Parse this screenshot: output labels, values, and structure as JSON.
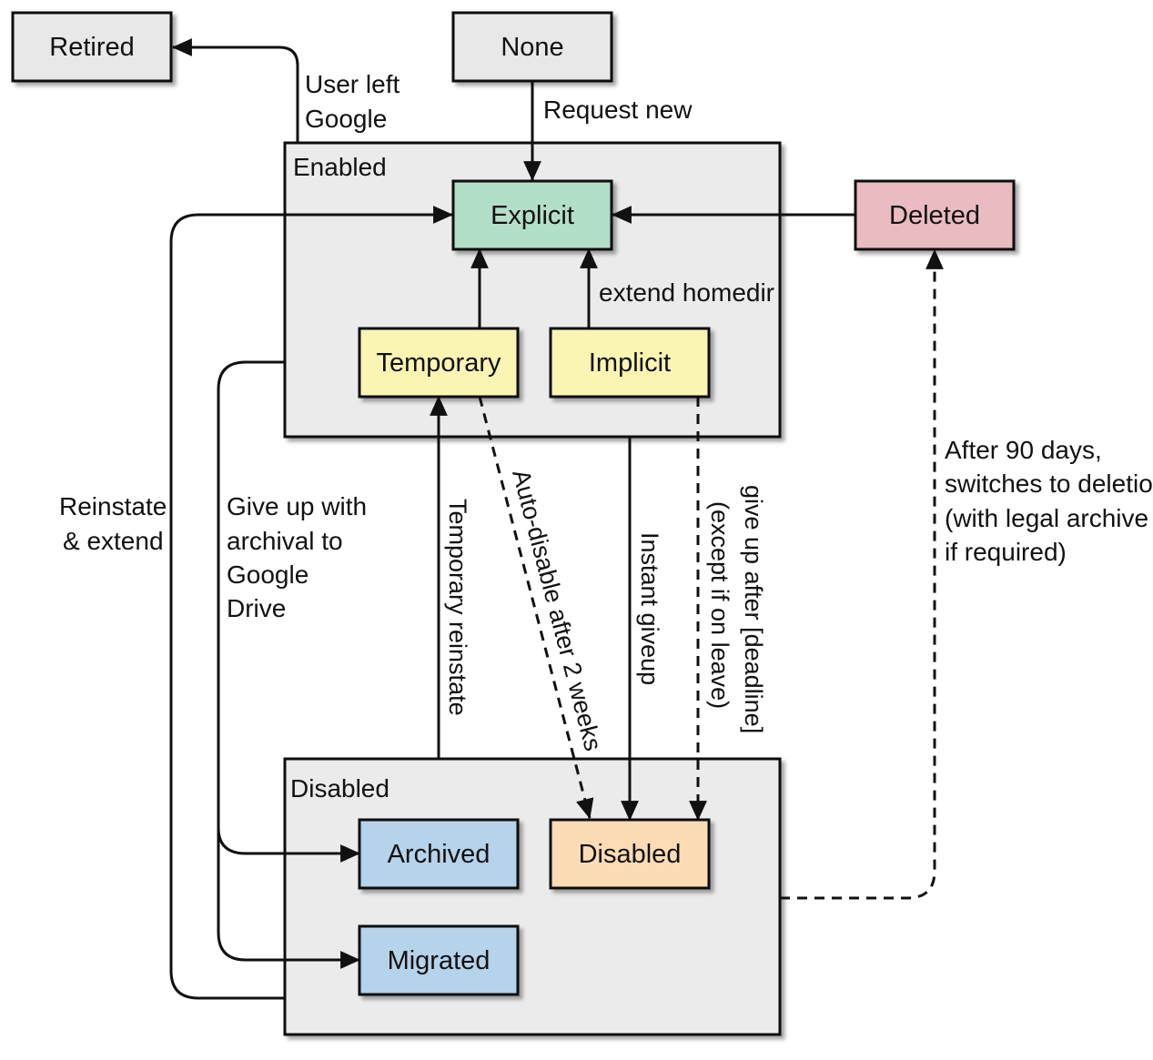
{
  "groups": {
    "enabled": "Enabled",
    "disabled": "Disabled"
  },
  "nodes": {
    "retired": {
      "label": "Retired",
      "color": "#e8e8e8"
    },
    "none": {
      "label": "None",
      "color": "#e8e8e8"
    },
    "explicit": {
      "label": "Explicit",
      "color": "#b3dfc9"
    },
    "deleted": {
      "label": "Deleted",
      "color": "#eabbc0"
    },
    "temporary": {
      "label": "Temporary",
      "color": "#fbf5b3"
    },
    "implicit": {
      "label": "Implicit",
      "color": "#fbf5b3"
    },
    "archived": {
      "label": "Archived",
      "color": "#b5d3ea"
    },
    "disabled": {
      "label": "Disabled",
      "color": "#fcdcb4"
    },
    "migrated": {
      "label": "Migrated",
      "color": "#b5d3ea"
    }
  },
  "group_fill": "#ebebeb",
  "edges": {
    "user_left": [
      "User left",
      "Google"
    ],
    "request_new": "Request new",
    "extend_homedir": "extend homedir",
    "reinstate_extend": [
      "Reinstate",
      "& extend"
    ],
    "give_up_archival": [
      "Give up with",
      "archival to",
      "Google",
      "Drive"
    ],
    "after_90_days": [
      "After 90 days,",
      "switches to deletion",
      "(with legal archive",
      "if required)"
    ],
    "temporary_reinstate": "Temporary reinstate",
    "auto_disable": "Auto-disable after 2 weeks",
    "instant_giveup": "Instant giveup",
    "give_up_deadline": [
      "give up after [deadline]",
      "(except if on leave)"
    ]
  }
}
